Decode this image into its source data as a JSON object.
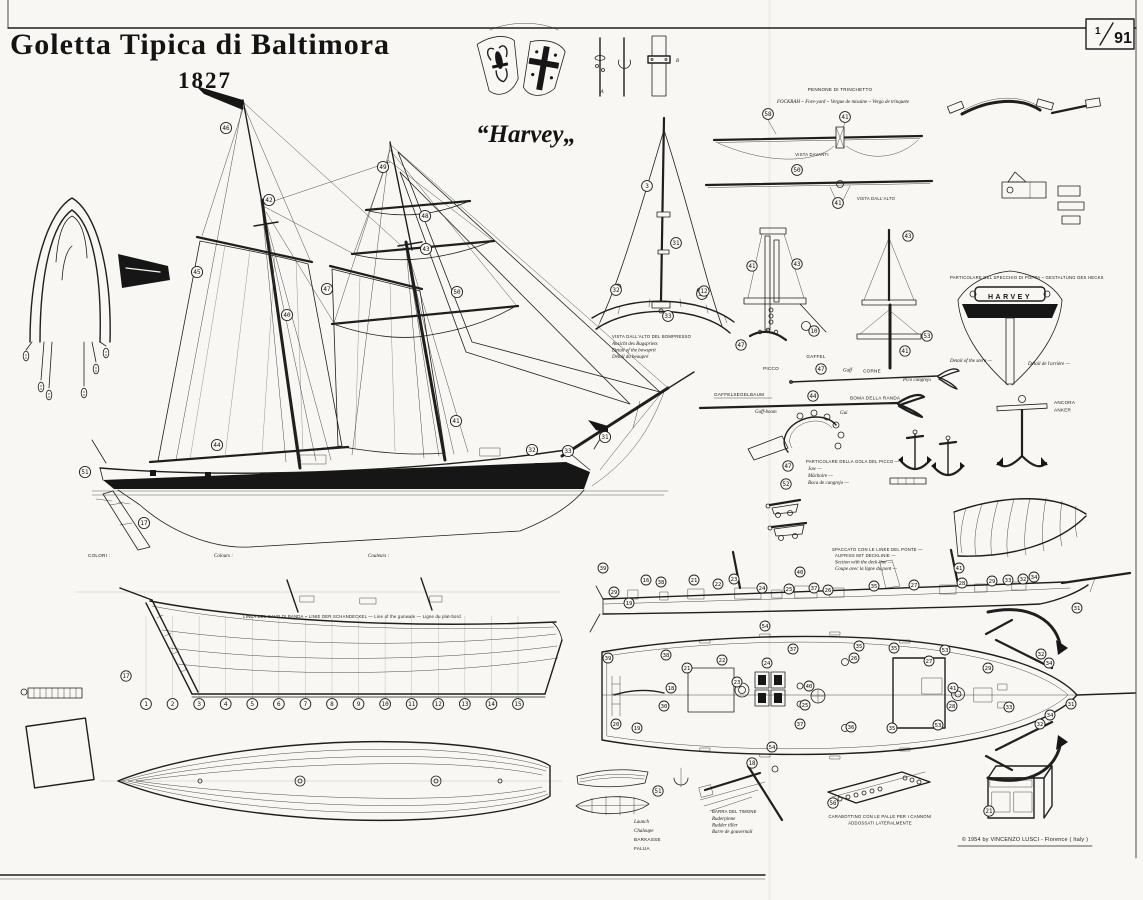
{
  "page": {
    "plate_numerator": "1",
    "plate_denominator": "91",
    "title": "Goletta Tipica di Baltimora",
    "year": "1827",
    "ship_name": "“Harvey„",
    "copyright": "© 1954 by VINCENZO LUSCI - Florence ( Italy )"
  },
  "sections": {
    "hoops": {
      "a": "A",
      "b": "B"
    },
    "fore_yard": {
      "title": "PENNONE DI TRINCHETTO",
      "subtitle": "FOCKRAH  ~  Fore-yard  ~  Vergue de misaine  ~  Verga de trinquete",
      "front_view": "VISTA DAVANTI",
      "top_view": "VISTA DALL'ALTO"
    },
    "bowsprit": {
      "l1": "VISTA DALL'ALTO DEL BOMPRESSO",
      "l2": "Ansicht des Bugspriets",
      "l3": "Detail of the bowsprit",
      "l4": "Détail du beaupré"
    },
    "stern": {
      "caption": "PARTICOLARE DEL SPECCHIO DI POPPA  ~  GESTALTUNG DES HECKS",
      "plate": "HARVEY",
      "en": "Detail of the stern —",
      "fr": "Détail de l'arrière —"
    },
    "anchor": {
      "it": "ANCORA",
      "de": "ANKER"
    },
    "gaff": {
      "de": "GAFFEL",
      "it": "PICCO",
      "en": "Gaff",
      "fr": "CORNE",
      "es": "Pico cangrejo"
    },
    "boom": {
      "de": "GAFFELSEGELBAUM",
      "it": "BOMA DELLA RANDA",
      "en": "Gaff-boom",
      "fr": "Gui"
    },
    "jaw": {
      "l1": "PARTICOLARE DELLA GOLA DEL PICCO —",
      "l2": "Jaw —",
      "l3": "Mâchoire —",
      "l4": "Boca de cangrejo —"
    },
    "deck_section": {
      "l1": "SPACCATO CON LE LINEE DEL PONTE —",
      "l2": "AUFRISS MIT DECKLINIE —",
      "l3": "Section with the deck-line —",
      "l4": "Coupe avec la ligne du pont —"
    },
    "gunwale": "LINEA DEL CAVO DI BANDA   ~   LINIE DER SCHANDECKEL   —   Line of the gunwale   —   Ligne du plat-bord",
    "legend": {
      "h1": "COLORI :",
      "h2": "Colours :",
      "h3": "Couleurs :"
    },
    "tiller": {
      "l1": "BARRA DEL TIMONE",
      "l2": "Ruderpinne",
      "l3": "Rudder tiller",
      "l4": "Barre de gouvernail"
    },
    "boat": {
      "l1": "Launch",
      "l2": "Chaloupe",
      "l3": "BARKASSE",
      "l4": "FALUA"
    },
    "shot_grating": {
      "l1": "CARABOTTINO CON LE PALLE PER I CANNONI",
      "l2": "ADDOSSATI LATERALMENTE"
    }
  },
  "callouts": {
    "profile": [
      [
        46,
        226,
        128
      ],
      [
        42,
        269,
        200
      ],
      [
        45,
        197,
        272
      ],
      [
        40,
        287,
        315
      ],
      [
        44,
        217,
        445
      ],
      [
        49,
        383,
        167
      ],
      [
        48,
        425,
        216
      ],
      [
        43,
        426,
        249
      ],
      [
        47,
        327,
        289
      ],
      [
        50,
        457,
        292
      ],
      [
        41,
        456,
        421
      ],
      [
        32,
        532,
        450
      ],
      [
        33,
        568,
        451
      ],
      [
        31,
        605,
        437
      ],
      [
        51,
        85,
        472
      ],
      [
        17,
        144,
        523
      ]
    ],
    "bowsprit_top": [
      [
        3,
        647,
        186
      ],
      [
        31,
        676,
        243
      ],
      [
        32,
        616,
        290
      ],
      [
        32,
        702,
        294
      ],
      [
        33,
        668,
        316
      ]
    ],
    "fore_yard": [
      [
        58,
        768,
        114
      ],
      [
        41,
        845,
        117
      ],
      [
        50,
        797,
        170
      ],
      [
        41,
        838,
        203
      ]
    ],
    "masthead": [
      [
        41,
        752,
        266
      ],
      [
        43,
        797,
        264
      ],
      [
        10,
        814,
        331
      ],
      [
        47,
        741,
        345
      ],
      [
        43,
        908,
        236
      ],
      [
        53,
        927,
        336
      ],
      [
        41,
        905,
        351
      ],
      [
        12,
        704,
        291
      ]
    ],
    "gaff_boom": [
      [
        47,
        821,
        369
      ],
      [
        44,
        813,
        396
      ],
      [
        47,
        788,
        466
      ],
      [
        52,
        786,
        484
      ]
    ],
    "deck_profile": [
      [
        39,
        603,
        568
      ],
      [
        29,
        614,
        592
      ],
      [
        19,
        629,
        603
      ],
      [
        16,
        646,
        580
      ],
      [
        38,
        661,
        582
      ],
      [
        21,
        694,
        580
      ],
      [
        22,
        718,
        584
      ],
      [
        23,
        734,
        579
      ],
      [
        24,
        762,
        588
      ],
      [
        25,
        789,
        589
      ],
      [
        40,
        800,
        572
      ],
      [
        37,
        814,
        588
      ],
      [
        26,
        828,
        590
      ],
      [
        35,
        874,
        586
      ],
      [
        27,
        914,
        585
      ],
      [
        41,
        959,
        568
      ],
      [
        28,
        962,
        583
      ],
      [
        29,
        992,
        581
      ],
      [
        33,
        1008,
        580
      ],
      [
        32,
        1023,
        579
      ],
      [
        34,
        1034,
        577
      ],
      [
        31,
        1077,
        608
      ]
    ],
    "deck_plan": [
      [
        54,
        765,
        626
      ],
      [
        37,
        793,
        649
      ],
      [
        35,
        859,
        646
      ],
      [
        26,
        854,
        658
      ],
      [
        39,
        608,
        658
      ],
      [
        38,
        666,
        655
      ],
      [
        21,
        687,
        668
      ],
      [
        22,
        722,
        660
      ],
      [
        24,
        767,
        663
      ],
      [
        23,
        737,
        682
      ],
      [
        18,
        671,
        688
      ],
      [
        40,
        809,
        686
      ],
      [
        25,
        805,
        705
      ],
      [
        30,
        664,
        706
      ],
      [
        20,
        616,
        724
      ],
      [
        19,
        637,
        728
      ],
      [
        37,
        800,
        724
      ],
      [
        36,
        851,
        727
      ],
      [
        54,
        772,
        747
      ],
      [
        35,
        894,
        648
      ],
      [
        53,
        945,
        650
      ],
      [
        27,
        929,
        661
      ],
      [
        41,
        953,
        688
      ],
      [
        28,
        952,
        706
      ],
      [
        29,
        988,
        668
      ],
      [
        32,
        1041,
        654
      ],
      [
        34,
        1049,
        663
      ],
      [
        31,
        1071,
        704
      ],
      [
        34,
        1050,
        715
      ],
      [
        32,
        1040,
        724
      ],
      [
        35,
        892,
        728
      ],
      [
        53,
        938,
        725
      ],
      [
        33,
        1009,
        707
      ]
    ],
    "details": [
      [
        51,
        658,
        791
      ],
      [
        18,
        752,
        763
      ],
      [
        56,
        833,
        803
      ],
      [
        21,
        989,
        811
      ]
    ],
    "lines_plan": [
      [
        17,
        126,
        676
      ]
    ]
  },
  "stations": [
    "1",
    "2",
    "3",
    "4",
    "5",
    "6",
    "7",
    "8",
    "9",
    "10",
    "11",
    "12",
    "13",
    "14",
    "15"
  ]
}
